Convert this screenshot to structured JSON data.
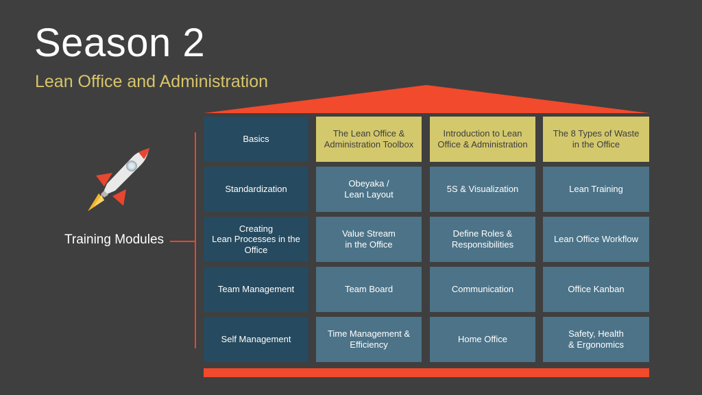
{
  "title": "Season 2",
  "subtitle": "Lean Office and Administration",
  "side_label": "Training Modules",
  "colors": {
    "background": "#3f3f3f",
    "accent_red": "#f24a2c",
    "subtitle_gold": "#d8c56a",
    "row_header": "#264a5f",
    "module_cell": "#4c7388",
    "highlight_cell": "#d4c86d"
  },
  "icons": {
    "rocket": "rocket-icon"
  },
  "rows": [
    {
      "label": "Basics",
      "modules": [
        {
          "text": "The Lean Office &\nAdministration Toolbox",
          "highlight": true
        },
        {
          "text": "Introduction to Lean\nOffice & Administration",
          "highlight": true
        },
        {
          "text": "The 8 Types of Waste\nin the Office",
          "highlight": true
        }
      ]
    },
    {
      "label": "Standardization",
      "modules": [
        {
          "text": "Obeyaka /\nLean Layout",
          "highlight": false
        },
        {
          "text": "5S & Visualization",
          "highlight": false
        },
        {
          "text": "Lean Training",
          "highlight": false
        }
      ]
    },
    {
      "label": "Creating\nLean Processes in the\nOffice",
      "modules": [
        {
          "text": "Value Stream\nin the Office",
          "highlight": false
        },
        {
          "text": "Define Roles &\nResponsibilities",
          "highlight": false
        },
        {
          "text": "Lean Office Workflow",
          "highlight": false
        }
      ]
    },
    {
      "label": "Team Management",
      "modules": [
        {
          "text": "Team Board",
          "highlight": false
        },
        {
          "text": "Communication",
          "highlight": false
        },
        {
          "text": "Office Kanban",
          "highlight": false
        }
      ]
    },
    {
      "label": "Self Management",
      "modules": [
        {
          "text": "Time Management &\nEfficiency",
          "highlight": false
        },
        {
          "text": "Home Office",
          "highlight": false
        },
        {
          "text": "Safety, Health\n& Ergonomics",
          "highlight": false
        }
      ]
    }
  ]
}
